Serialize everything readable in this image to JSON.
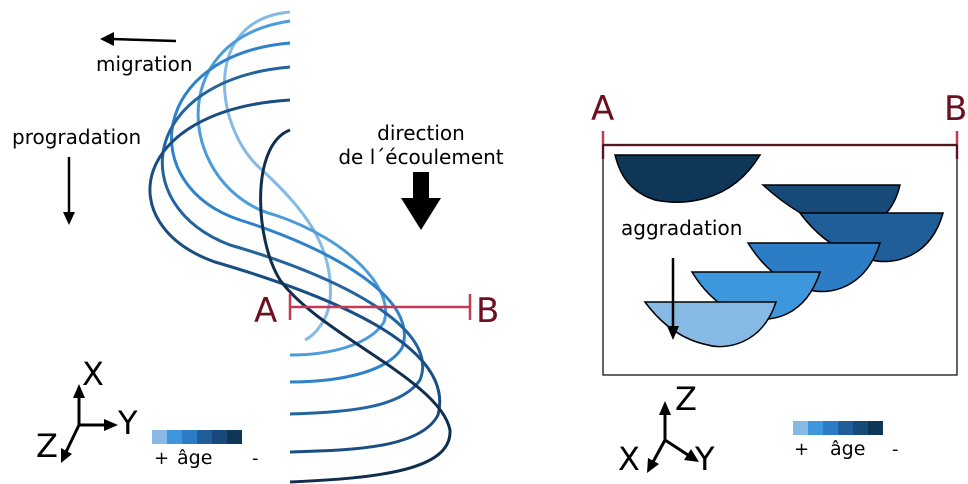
{
  "left_panel": {
    "labels": {
      "migration": "migration",
      "progradation": "progradation",
      "flow_line1": "direction",
      "flow_line2": "de l´écoulement",
      "point_a": "A",
      "point_b": "B"
    },
    "axes": {
      "x": "X",
      "y": "Y",
      "z": "Z"
    },
    "legend": {
      "plus": "+",
      "label": "âge",
      "minus": "-"
    }
  },
  "right_panel": {
    "labels": {
      "point_a": "A",
      "point_b": "B",
      "aggradation": "aggradation"
    },
    "axes": {
      "z": "Z",
      "x": "X",
      "y": "Y"
    },
    "legend": {
      "plus": "+",
      "label": "âge",
      "minus": "-"
    }
  },
  "colors": {
    "age_scale": [
      "#86b9e3",
      "#3d97dc",
      "#2c7dc6",
      "#205e9a",
      "#174a78",
      "#0e3656"
    ],
    "section_line": "#c23b55",
    "section_letters": "#6b1020",
    "arrows": "#000000"
  }
}
